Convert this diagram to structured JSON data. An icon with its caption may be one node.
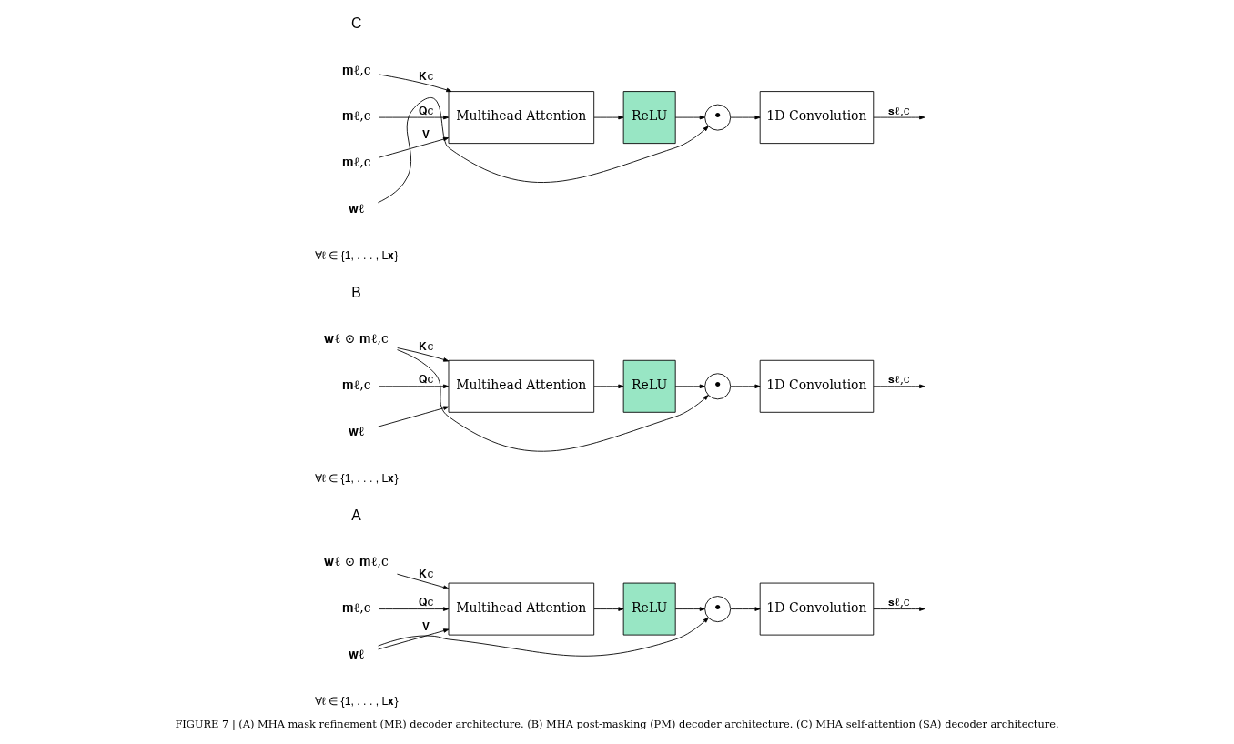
{
  "diagram": {
    "caption": "FIGURE 7 | (A) MHA mask refinement (MR) decoder architecture. (B) MHA post-masking (PM) decoder architecture. (C) MHA self-attention (SA) decoder architecture.",
    "nodes": [
      {
        "text": [
          "𝐰ℓ ⊙ 𝐦ℓ,c"
        ]
      },
      {
        "text": [
          "𝐦ℓ,c"
        ]
      },
      {
        "text": [
          "𝐰ℓ"
        ]
      },
      {
        "text": [
          "Multihead Attention"
        ]
      },
      {
        "text": [
          "ReLU"
        ]
      },
      {
        "text": [
          "•"
        ]
      },
      {
        "text": [
          "1D Convolution"
        ]
      },
      {
        "text": [
          "𝐰ℓ ⊙ 𝐦ℓ,c"
        ]
      },
      {
        "text": [
          "𝐦ℓ,c"
        ]
      },
      {
        "text": [
          "𝐰ℓ"
        ]
      },
      {
        "text": [
          "Multihead Attention"
        ]
      },
      {
        "text": [
          "ReLU"
        ]
      },
      {
        "text": [
          "•"
        ]
      },
      {
        "text": [
          "1D Convolution"
        ]
      },
      {
        "text": [
          "𝐦ℓ,c"
        ]
      },
      {
        "text": [
          "𝐦ℓ,c"
        ]
      },
      {
        "text": [
          "𝐦ℓ,c"
        ]
      },
      {
        "text": [
          "𝐰ℓ"
        ]
      },
      {
        "text": [
          "Multihead Attention"
        ]
      },
      {
        "text": [
          "ReLU"
        ]
      },
      {
        "text": [
          "•"
        ]
      },
      {
        "text": [
          "1D Convolution"
        ]
      }
    ],
    "edges": [
      {
        "from": 0,
        "to": 3,
        "arrow": "to",
        "label": "𝐊c"
      },
      {
        "from": 1,
        "to": 3,
        "arrow": "to",
        "label": "𝐐c"
      },
      {
        "from": 2,
        "to": 3,
        "arrow": "to",
        "label": "𝐕"
      },
      {
        "from": 2,
        "to": 5,
        "arrow": "to"
      },
      {
        "from": 3,
        "to": 4,
        "arrow": "to"
      },
      {
        "from": 4,
        "to": 5,
        "arrow": "to"
      },
      {
        "from": 5,
        "to": 6,
        "arrow": "to"
      },
      {
        "from": 6,
        "to": null,
        "arrow": "to",
        "label": "𝐬ℓ,c"
      },
      {
        "from": 7,
        "to": 10,
        "arrow": "to",
        "label": "𝐊c"
      },
      {
        "from": 8,
        "to": 10,
        "arrow": "to",
        "label": "𝐐c"
      },
      {
        "from": 9,
        "to": 10,
        "arrow": "to"
      },
      {
        "from": 7,
        "to": 12,
        "arrow": "to"
      },
      {
        "from": 10,
        "to": 11,
        "arrow": "to"
      },
      {
        "from": 11,
        "to": 12,
        "arrow": "to"
      },
      {
        "from": 12,
        "to": 13,
        "arrow": "to"
      },
      {
        "from": 13,
        "to": null,
        "arrow": "to",
        "label": "𝐬ℓ,c"
      },
      {
        "from": 14,
        "to": 18,
        "arrow": "to",
        "label": "𝐊c"
      },
      {
        "from": 15,
        "to": 18,
        "arrow": "to",
        "label": "𝐐c"
      },
      {
        "from": 16,
        "to": 18,
        "arrow": "to",
        "label": "𝐕"
      },
      {
        "from": 17,
        "to": 20,
        "arrow": "to"
      },
      {
        "from": 18,
        "to": 19,
        "arrow": "to"
      },
      {
        "from": 19,
        "to": 20,
        "arrow": "to"
      },
      {
        "from": 20,
        "to": 21,
        "arrow": "to"
      },
      {
        "from": 21,
        "to": null,
        "arrow": "to",
        "label": "𝐬ℓ,c"
      }
    ],
    "labels": [
      "A",
      "∀ℓ ∈ {1, . . . , L𝐱}",
      "B",
      "∀ℓ ∈ {1, . . . , L𝐱}",
      "C",
      "∀ℓ ∈ {1, . . . , L𝐱}"
    ]
  }
}
